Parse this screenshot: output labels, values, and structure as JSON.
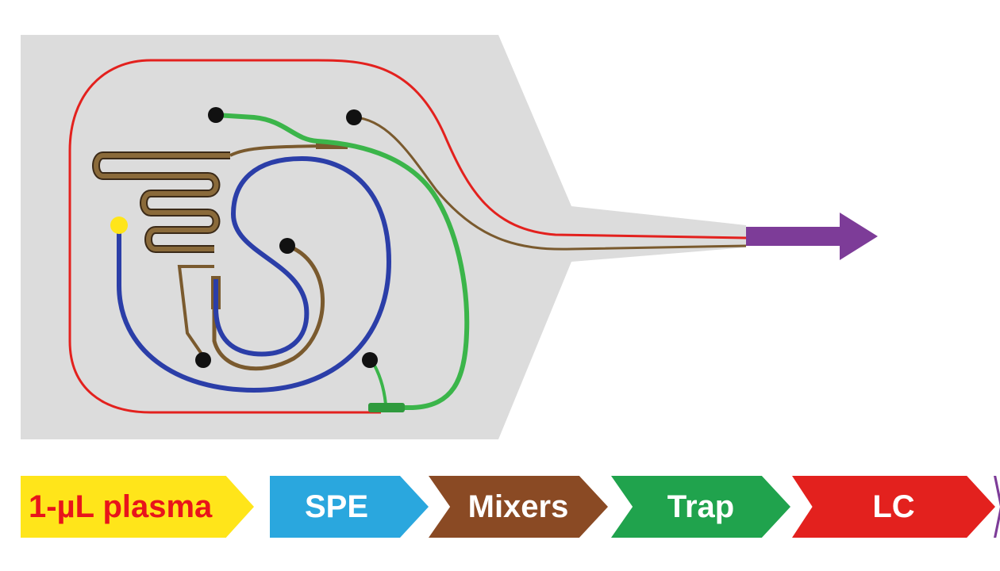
{
  "colors": {
    "panel": "#dcdcdc",
    "plasma": "#ffe51a",
    "spe": "#2b3ea8",
    "mixers": "#7a5a2e",
    "trap": "#3bb54a",
    "lc": "#e3211e",
    "ms": "#7d3c98"
  },
  "workflow": {
    "steps": [
      {
        "key": "plasma",
        "label": "1-µL plasma"
      },
      {
        "key": "spe",
        "label": "SPE"
      },
      {
        "key": "mixers",
        "label": "Mixers"
      },
      {
        "key": "trap",
        "label": "Trap"
      },
      {
        "key": "lc",
        "label": "LC"
      },
      {
        "key": "ms",
        "label": ""
      }
    ]
  }
}
